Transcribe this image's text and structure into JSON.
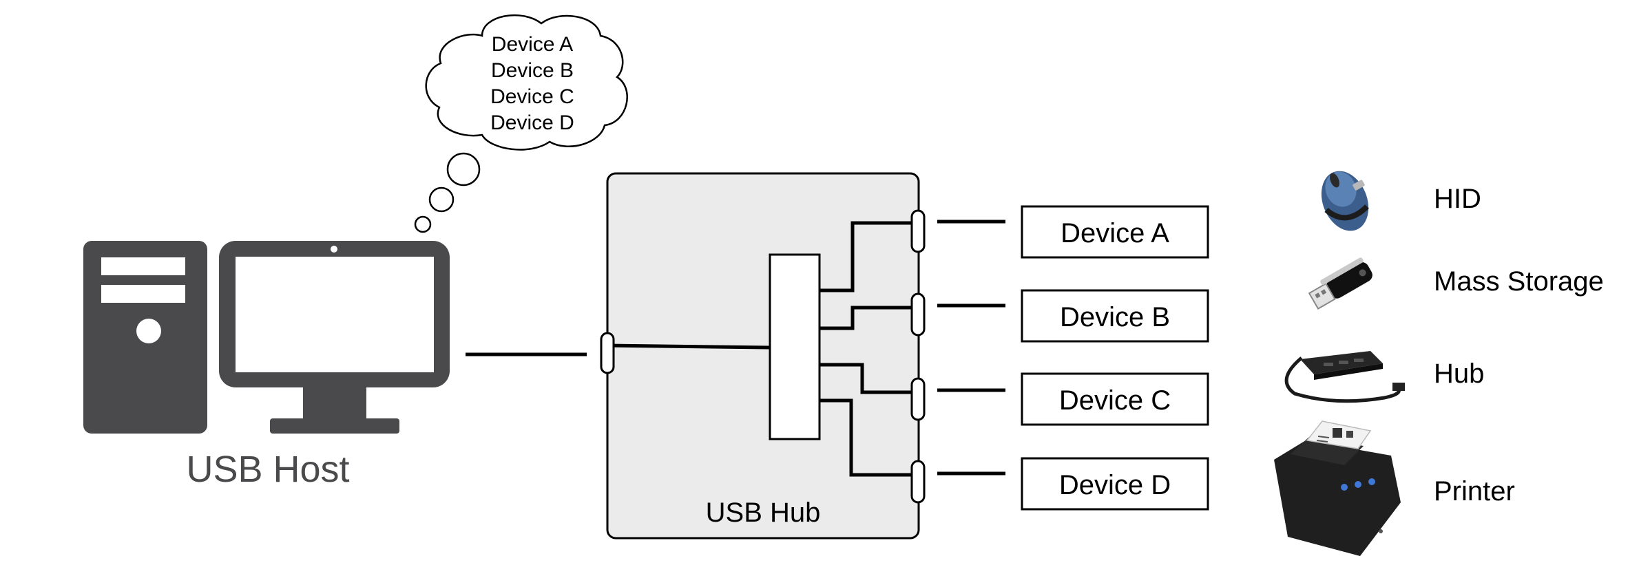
{
  "host": {
    "label": "USB Host"
  },
  "thought": {
    "lines": [
      "Device A",
      "Device B",
      "Device C",
      "Device D"
    ]
  },
  "hub": {
    "label": "USB Hub"
  },
  "devices": [
    {
      "label": "Device A"
    },
    {
      "label": "Device B"
    },
    {
      "label": "Device C"
    },
    {
      "label": "Device D"
    }
  ],
  "legend": [
    {
      "icon": "mouse-icon",
      "label": "HID"
    },
    {
      "icon": "usb-flash-drive-icon",
      "label": "Mass Storage"
    },
    {
      "icon": "usb-hub-icon",
      "label": "Hub"
    },
    {
      "icon": "receipt-printer-icon",
      "label": "Printer"
    }
  ],
  "colors": {
    "host": "#4a4a4c",
    "hub_fill": "#ebebeb",
    "line": "#000000",
    "mouse_blue": "#3c5e8c"
  }
}
